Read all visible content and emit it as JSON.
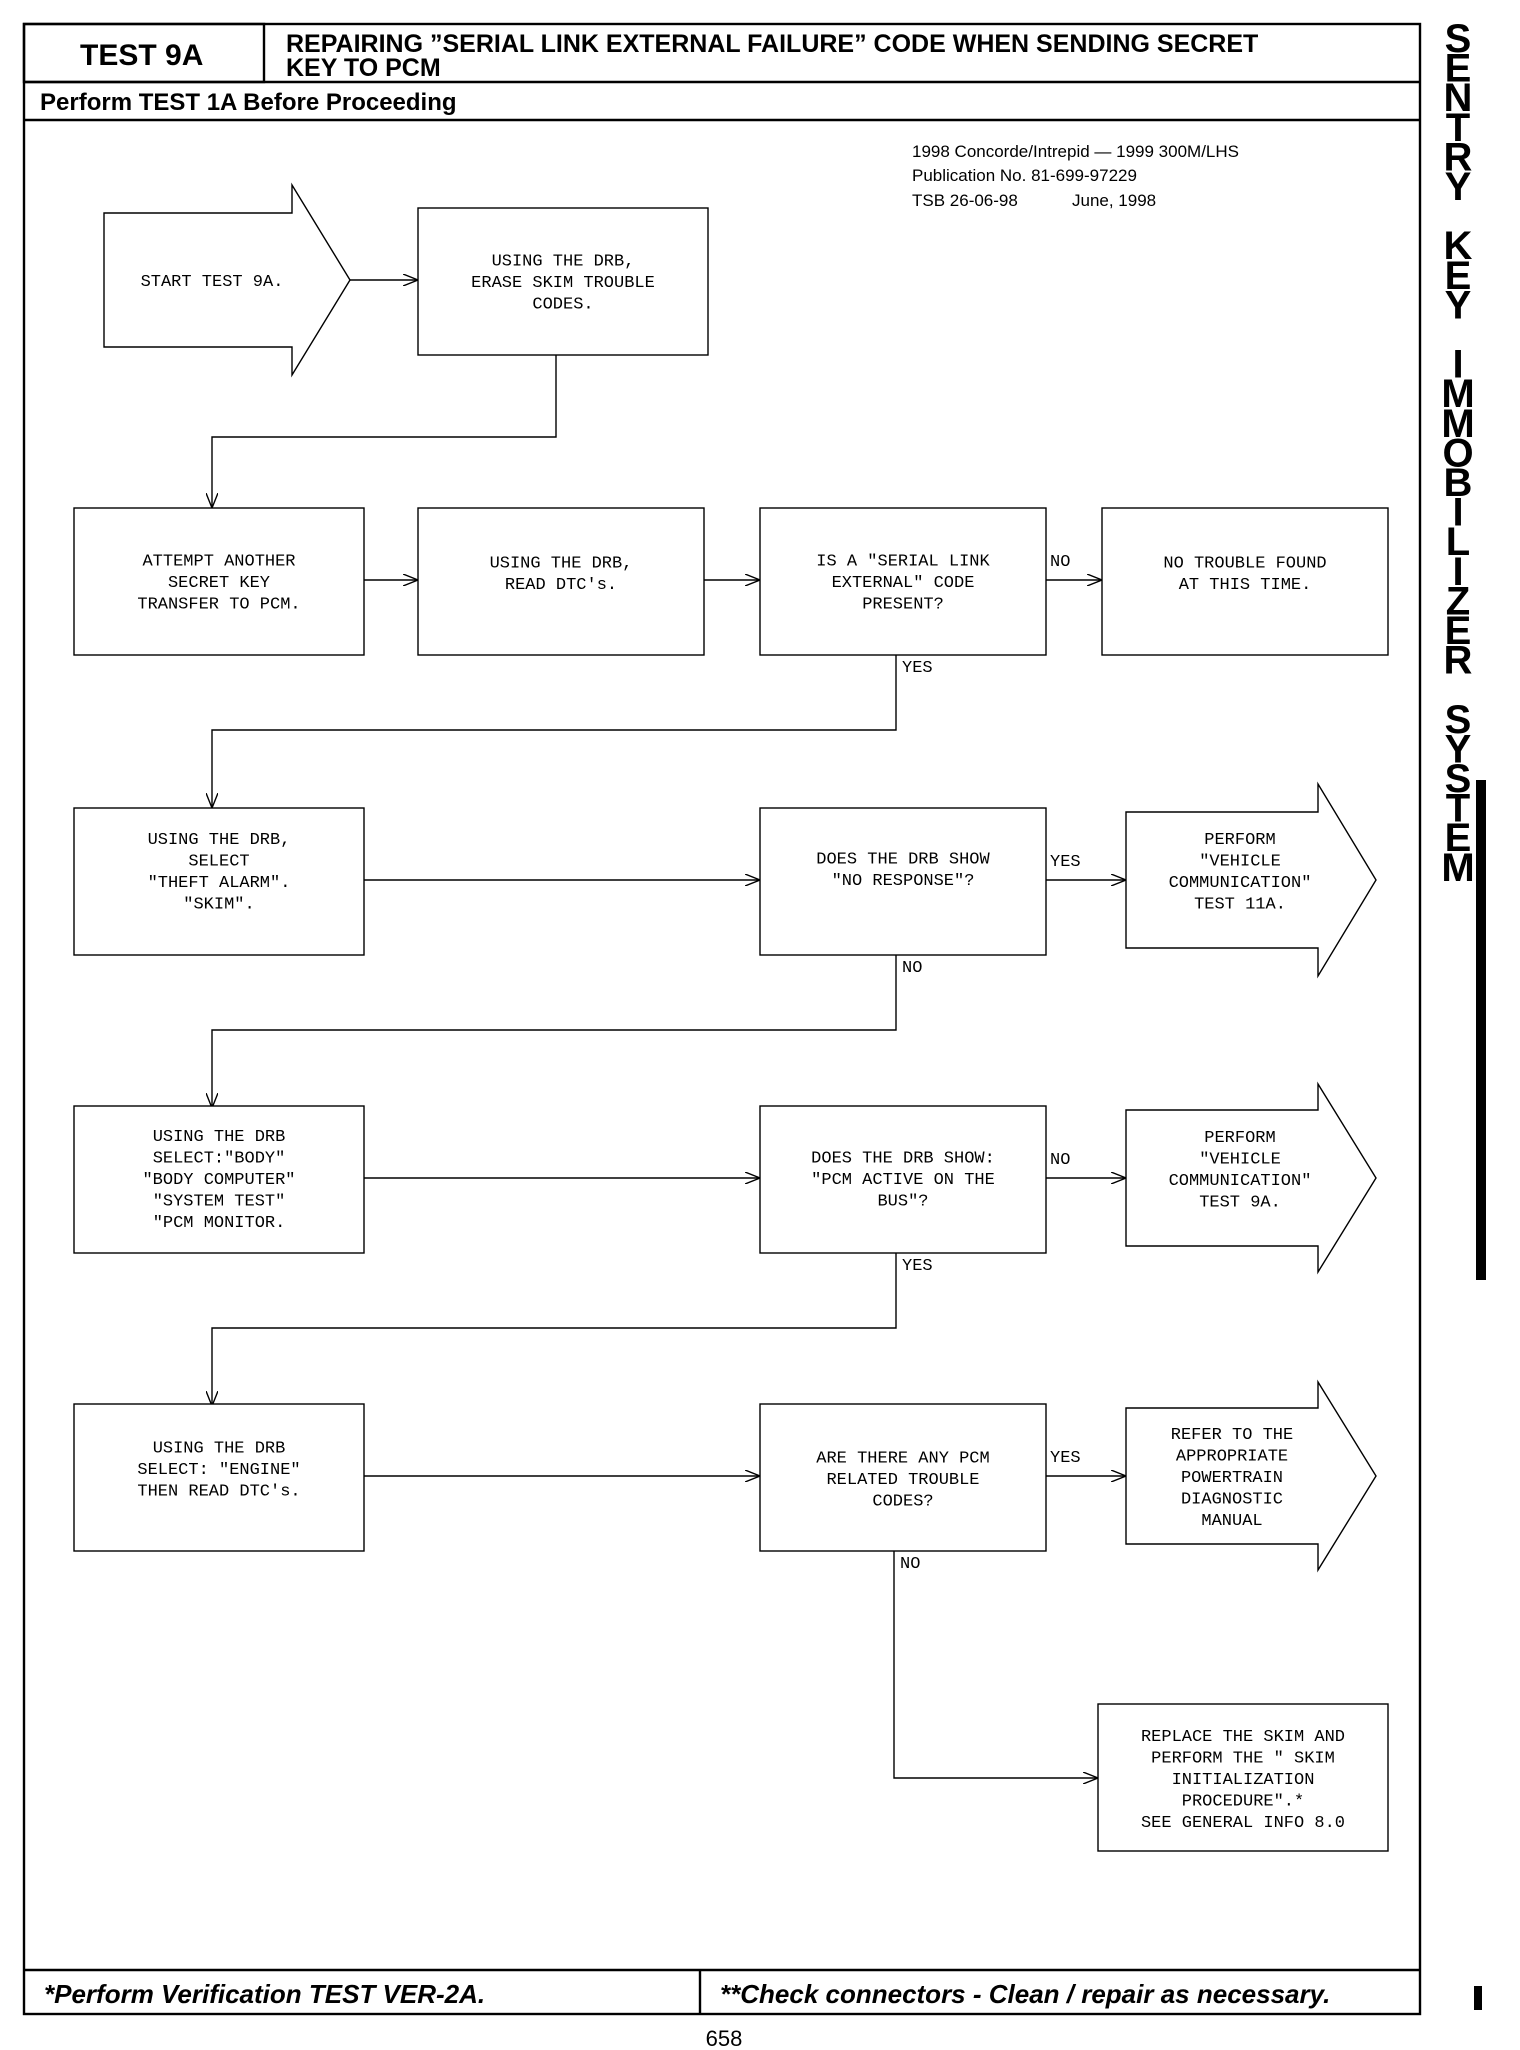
{
  "header": {
    "test_id": "TEST 9A",
    "title_line1": "REPAIRING ”SERIAL LINK EXTERNAL FAILURE” CODE WHEN SENDING SECRET",
    "title_line2": "KEY TO PCM",
    "subtitle": "Perform TEST 1A Before Proceeding"
  },
  "publication": {
    "line1": "1998 Concorde/Intrepid — 1999 300M/LHS",
    "line2": "Publication No. 81-699-97229",
    "line3_tsb": "TSB 26-06-98",
    "line3_date": "June, 1998"
  },
  "side_title": [
    "S",
    "E",
    "N",
    "T",
    "R",
    "Y",
    "",
    "K",
    "E",
    "Y",
    "",
    "I",
    "M",
    "M",
    "O",
    "B",
    "I",
    "L",
    "I",
    "Z",
    "E",
    "R",
    "",
    "S",
    "Y",
    "S",
    "T",
    "E",
    "M"
  ],
  "flow": {
    "start": [
      "START TEST 9A."
    ],
    "erase": [
      "USING THE DRB,",
      "ERASE SKIM TROUBLE",
      "CODES."
    ],
    "attempt": [
      "ATTEMPT ANOTHER",
      "SECRET KEY",
      "TRANSFER TO PCM."
    ],
    "read_dtc": [
      "USING THE DRB,",
      "READ DTC's."
    ],
    "q_serial": [
      "IS A \"SERIAL LINK",
      "EXTERNAL\" CODE",
      "PRESENT?"
    ],
    "no_trouble": [
      "NO TROUBLE FOUND",
      "AT THIS TIME."
    ],
    "select_theft": [
      "USING THE DRB,",
      "SELECT",
      "\"THEFT ALARM\".",
      "\"SKIM\"."
    ],
    "q_no_response": [
      "DOES THE DRB SHOW",
      "\"NO RESPONSE\"?"
    ],
    "perform_11a": [
      "PERFORM",
      "\"VEHICLE",
      "COMMUNICATION\"",
      "TEST 11A."
    ],
    "select_body": [
      "USING THE DRB",
      "SELECT:\"BODY\"",
      "\"BODY COMPUTER\"",
      "\"SYSTEM TEST\"",
      "\"PCM MONITOR."
    ],
    "q_pcm_active": [
      "DOES THE DRB SHOW:",
      "\"PCM ACTIVE ON THE",
      "BUS\"?"
    ],
    "perform_9a": [
      "PERFORM",
      "\"VEHICLE",
      "COMMUNICATION\"",
      "TEST 9A."
    ],
    "select_engine": [
      "USING THE DRB",
      "SELECT: \"ENGINE\"",
      "THEN READ DTC's."
    ],
    "q_pcm_codes": [
      "ARE THERE ANY PCM",
      "RELATED TROUBLE",
      "CODES?"
    ],
    "refer_manual": [
      "REFER TO THE",
      "APPROPRIATE",
      "POWERTRAIN",
      "DIAGNOSTIC",
      "MANUAL"
    ],
    "replace_skim": [
      "REPLACE THE SKIM AND",
      "PERFORM THE \" SKIM",
      "INITIALIZATION",
      "PROCEDURE\".*",
      "SEE GENERAL INFO 8.0"
    ]
  },
  "labels": {
    "q_serial_no": "NO",
    "q_serial_yes": "YES",
    "q_no_response_yes": "YES",
    "q_no_response_no": "NO",
    "q_pcm_active_no": "NO",
    "q_pcm_active_yes": "YES",
    "q_pcm_codes_yes": "YES",
    "q_pcm_codes_no": "NO"
  },
  "footer": {
    "left": "*Perform Verification TEST VER-2A.",
    "right": "**Check connectors - Clean / repair as necessary."
  },
  "page_number": "658"
}
